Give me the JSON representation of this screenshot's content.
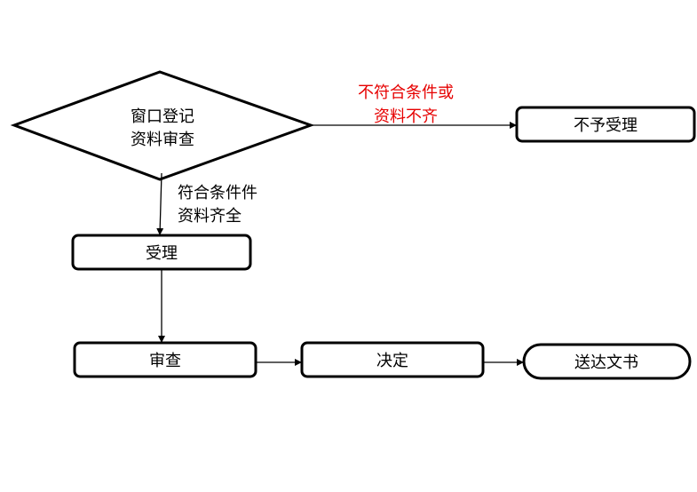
{
  "colors": {
    "stroke": "#000000",
    "reject_label": "#e60000",
    "background": "#ffffff"
  },
  "nodes": {
    "review_window": {
      "shape": "diamond",
      "line1": "窗口登记",
      "line2": "资料审查"
    },
    "reject": {
      "shape": "rounded-rect",
      "label": "不予受理"
    },
    "accept": {
      "shape": "rounded-rect",
      "label": "受理"
    },
    "examine": {
      "shape": "rounded-rect",
      "label": "审查"
    },
    "decide": {
      "shape": "rounded-rect",
      "label": "决定"
    },
    "deliver": {
      "shape": "terminator",
      "label": "送达文书"
    }
  },
  "edges": {
    "to_reject": {
      "from": "review_window",
      "to": "reject",
      "line1": "不符合条件或",
      "line2": "资料不齐"
    },
    "to_accept": {
      "from": "review_window",
      "to": "accept",
      "line1": "符合条件件",
      "line2": "资料齐全"
    },
    "accept_to_examine": {
      "from": "accept",
      "to": "examine"
    },
    "examine_to_decide": {
      "from": "examine",
      "to": "decide"
    },
    "decide_to_deliver": {
      "from": "decide",
      "to": "deliver"
    }
  }
}
